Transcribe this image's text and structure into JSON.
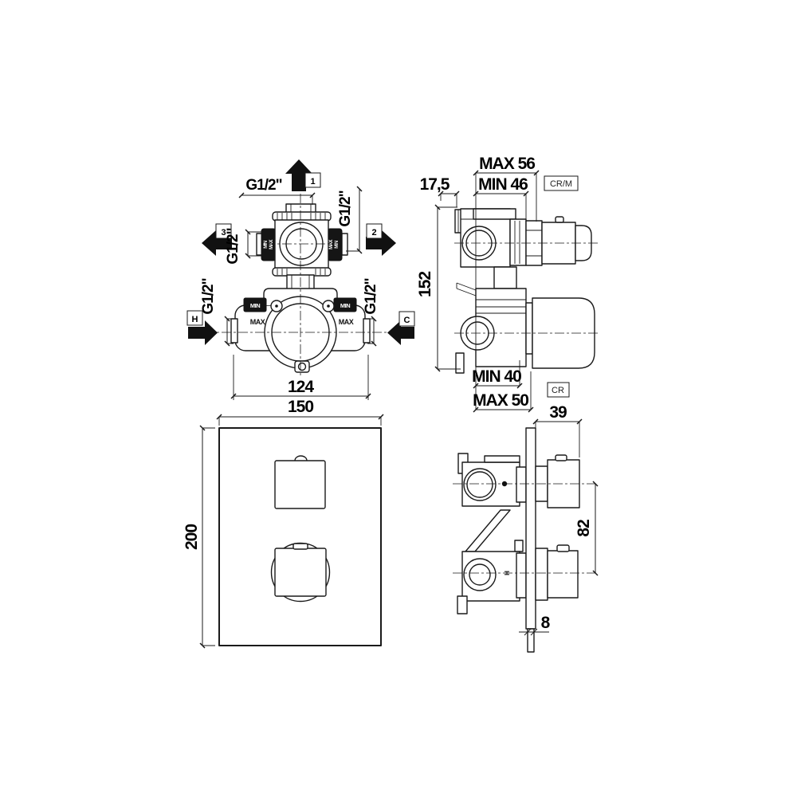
{
  "labels": {
    "thread": "G1/2\"",
    "min": "MIN",
    "max": "MAX"
  },
  "ports": {
    "outlet_top": "1",
    "outlet_right": "2",
    "outlet_left": "3",
    "hot_inlet": "H",
    "cold_inlet": "C"
  },
  "finish_codes": {
    "upper_valve": "CR/M",
    "lower_valve": "CR"
  },
  "dimensions": {
    "valve_body_width": "124",
    "plate_width": "150",
    "plate_height": "200",
    "upper_depth_max": "MAX 56",
    "upper_depth_min": "MIN 46",
    "top_offset": "17,5",
    "body_height": "152",
    "lower_depth_min": "MIN 40",
    "lower_depth_max": "MAX 50",
    "handle_projection": "39",
    "handle_centers_distance": "82",
    "plate_thickness": "8"
  }
}
